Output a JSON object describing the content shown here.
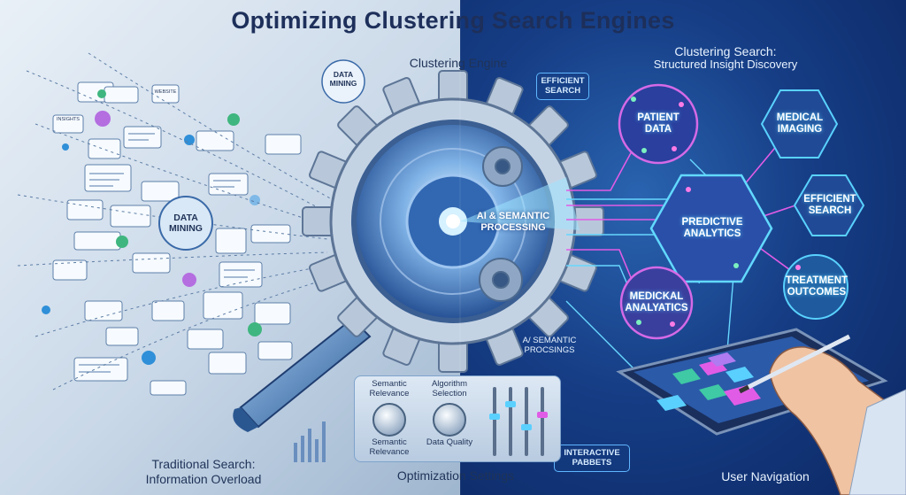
{
  "title": "Optimizing Clustering Search Engines",
  "left": {
    "traditional_search": "Traditional Search:",
    "information_overload": "Information Overload",
    "data_mining_big": "DATA MINING",
    "data_mining_small": "DATA MINING",
    "card_label_insights": "INSIGHTS",
    "card_label_website": "WEBSITE"
  },
  "center": {
    "clustering_engine": "Clustering Engine",
    "processing_label": "AI & SEMANTIC PROCESSING",
    "efficient_search": "EFFICIENT SEARCH",
    "semantic_processings": "A/ SEMANTIC PROCSINGS"
  },
  "right": {
    "clustering_search": "Clustering Search:",
    "structured_insight": "Structured Insight Discovery",
    "nodes": {
      "patient_data": "PATIENT DATA",
      "medical_imaging": "MEDICAL IMAGING",
      "predictive_analytics": "PREDICTIVE ANALYTICS",
      "efficient_search": "EFFICIENT SEARCH",
      "treatment_outcomes": "TREATMENT OUTCOMES",
      "medical_analytics": "MEDICKAL ANALYATICS"
    },
    "interactive_tag": "INTERACTIVE PABBETS",
    "user_navigation": "User Navigation"
  },
  "settings": {
    "title": "Optimization Settings",
    "semantic_relevance_top": "Semantic Relevance",
    "algorithm_selection": "Algorithm Selection",
    "semantic_relevance_bottom": "Semantic Relevance",
    "data_quality": "Data Quality"
  },
  "colors": {
    "left_bg": "#c9d8e8",
    "right_bg": "#163e86",
    "accent_cyan": "#5ad0ff",
    "accent_magenta": "#e15ce6"
  }
}
